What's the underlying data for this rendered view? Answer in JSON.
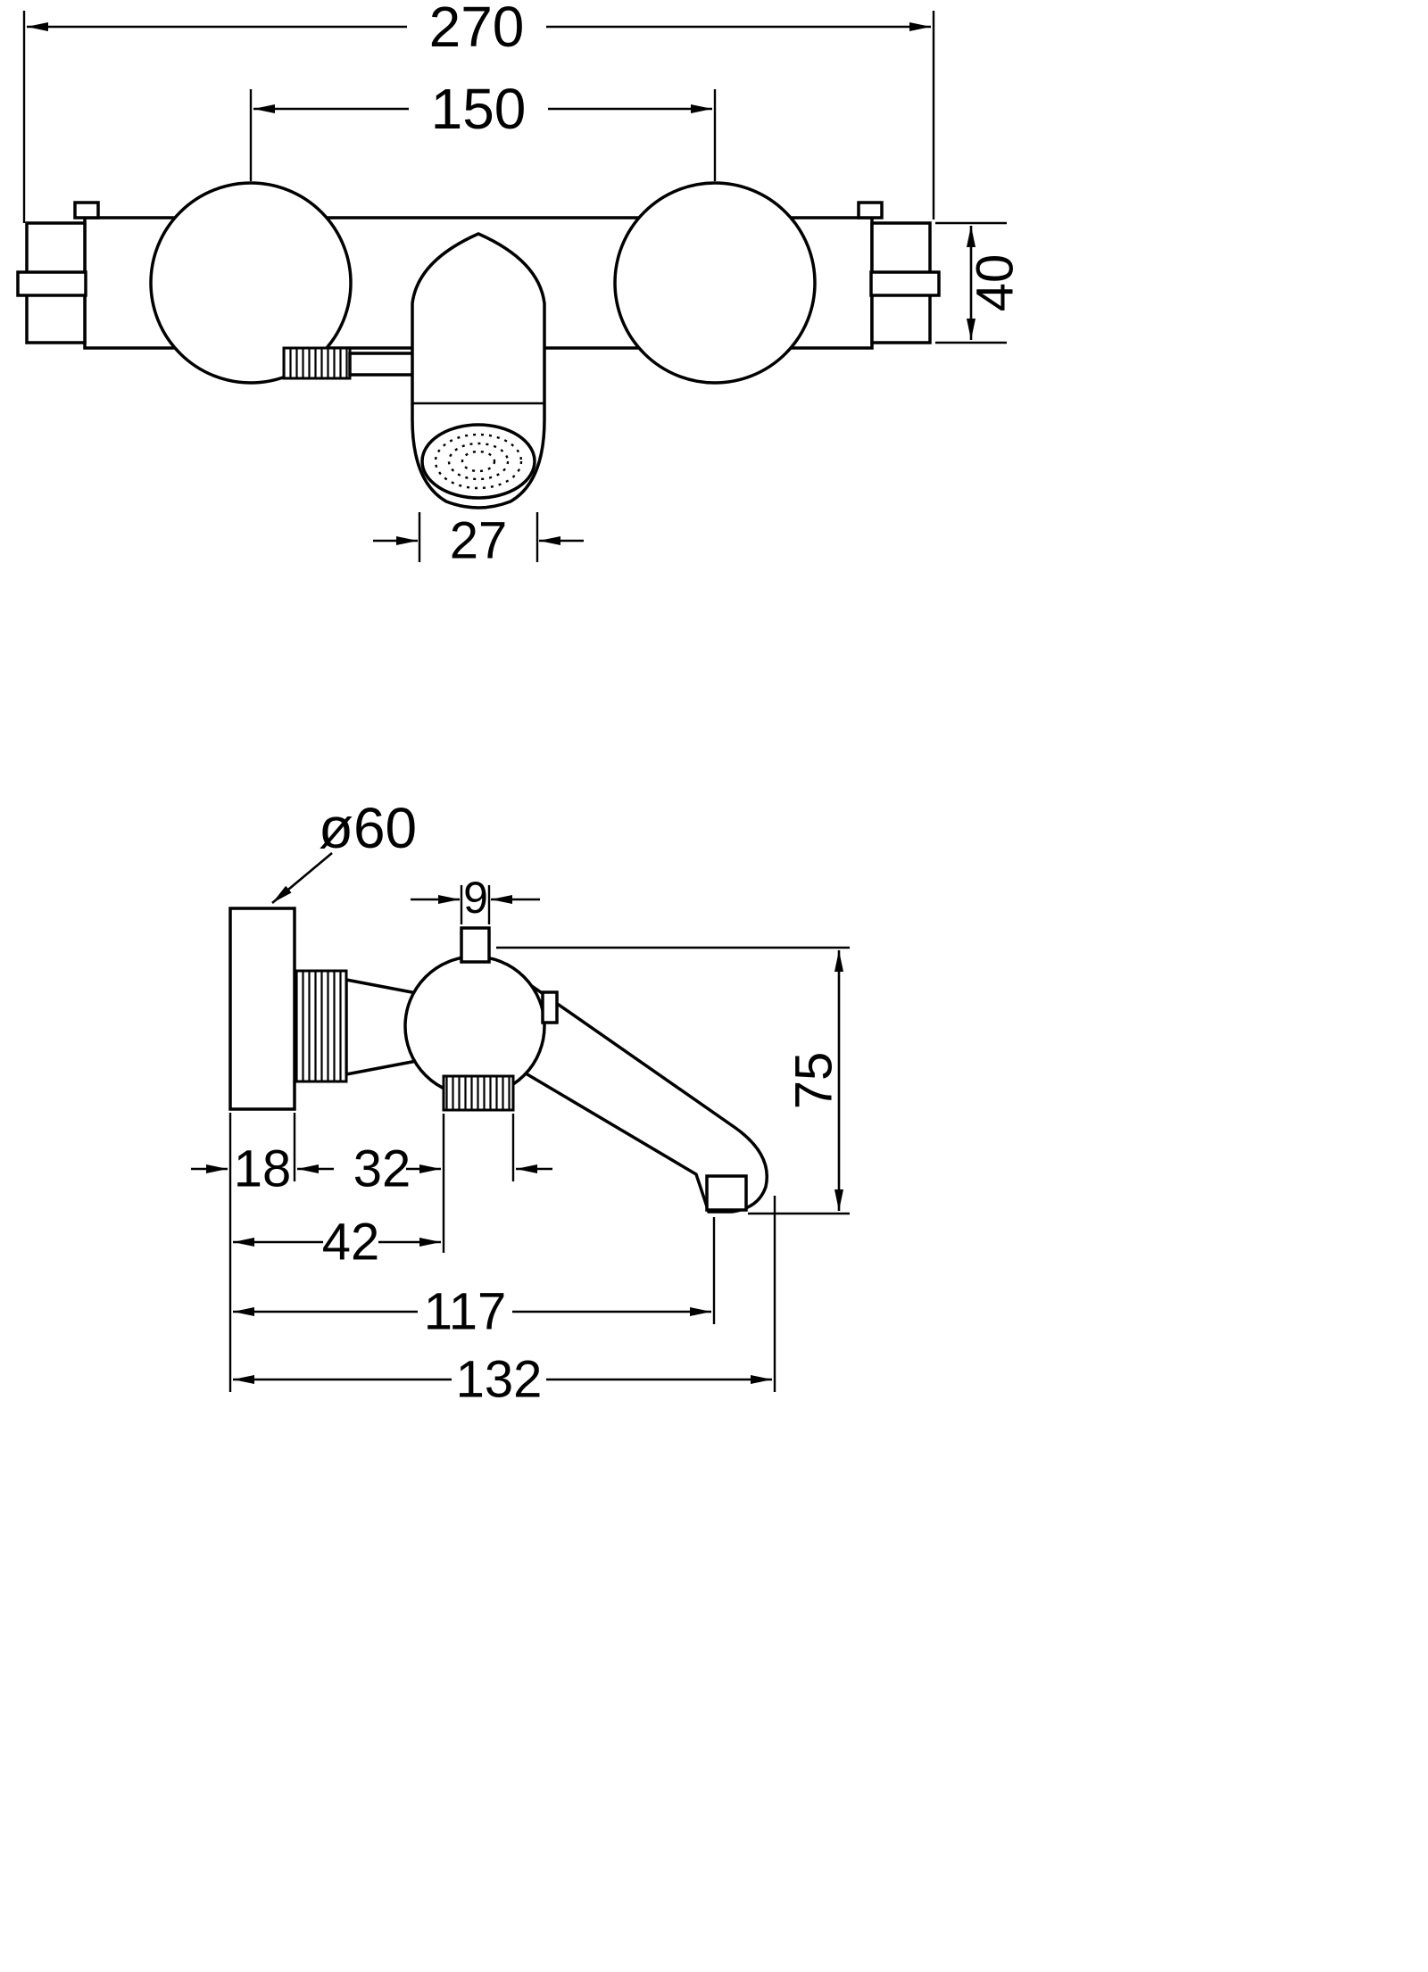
{
  "page": {
    "background": "#ffffff",
    "line_color": "#000000",
    "description": "Technical dimension drawing of a wall-mounted thermostatic bath faucet, front view and side view"
  },
  "front_view": {
    "name": "front-view",
    "dims": {
      "total_width": "270",
      "hole_spacing": "150",
      "body_height": "40",
      "spout_diameter": "27"
    }
  },
  "side_view": {
    "name": "side-view",
    "dims": {
      "flange_diameter": "ø60",
      "stub_width": "9",
      "height": "75",
      "flange_depth": "18",
      "body_offset": "32",
      "depth_to_stub": "42",
      "depth_to_outlet": "117",
      "total_depth": "132"
    }
  }
}
